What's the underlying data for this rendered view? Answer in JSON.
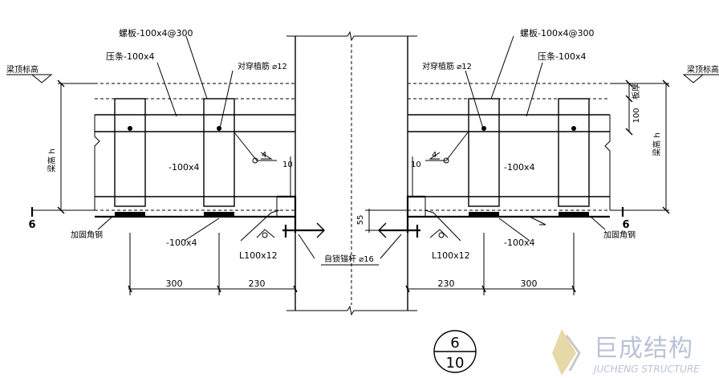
{
  "left": {
    "spiral_plate": "螺板-100x4@300",
    "press_bar": "压条-100x4",
    "through_bolt": "对穿植筋 ⌀12",
    "beam_top": "梁顶标高",
    "beam_height": "梁高 h",
    "weld_size": "4",
    "gap": "10",
    "plate": "-100x4",
    "plate_bottom": "-100x4",
    "angle_label": "加固角钢",
    "angle_size": "L100x12",
    "section_mark": "6",
    "dim_a": "300",
    "dim_b": "230"
  },
  "right": {
    "spiral_plate": "螺板-100x4@300",
    "press_bar": "压条-100x4",
    "through_bolt": "对穿植筋 ⌀12",
    "beam_top": "梁顶标高",
    "beam_height": "梁高 h",
    "slab_thickness": "板厚",
    "dim_100": "100",
    "weld_size": "4",
    "gap": "10",
    "plate": "-100x4",
    "plate_bottom": "-100x4",
    "angle_label": "加固角钢",
    "angle_size": "L100x12",
    "section_mark": "6",
    "dim_a": "230",
    "dim_b": "300"
  },
  "center": {
    "anchor": "自锁锚杆 ⌀16",
    "dim_55": "55"
  },
  "detail_label": {
    "top": "6",
    "bottom": "10"
  },
  "watermark": {
    "cn": "巨成结构",
    "en": "JUCHENG STRUCTURE"
  }
}
